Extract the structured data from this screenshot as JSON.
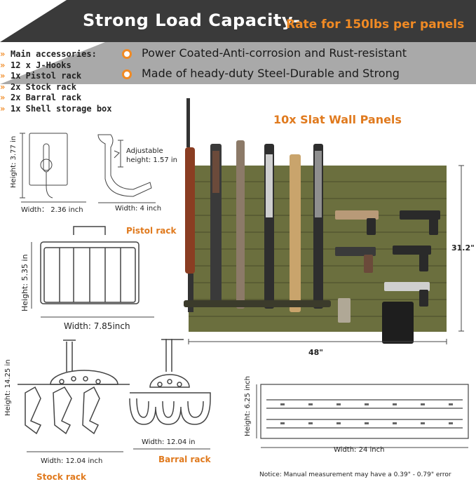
{
  "header": {
    "title": "Strong Load Capacity-",
    "subtitle": "Rate for 150lbs per panels",
    "features": [
      "Power Coated-Anti-corrosion and Rust-resistant",
      "Made of heady-duty Steel-Durable and Strong"
    ]
  },
  "accessories": {
    "heading": "Main accessories:",
    "items": [
      "12 x J-Hooks",
      "1x Pistol rack",
      "2x Stock rack",
      "2x Barral rack",
      "1x Shell storage box"
    ]
  },
  "jhook": {
    "height": "Height: 3.77 in",
    "width": "Width： 2.36 inch",
    "adjustable": "Adjustable",
    "adj_height": "height: 1.57 in",
    "width2": "Width: 4 inch"
  },
  "pistol_rack": {
    "label": "Pistol rack",
    "height": "Height: 5.35 in",
    "width": "Width: 7.85inch"
  },
  "panels": {
    "title": "10x Slat Wall Panels",
    "height": "31.2\"",
    "width": "48\""
  },
  "stock_rack": {
    "label": "Stock rack",
    "height": "Height: 14.25 in",
    "width": "Width: 12.04 inch"
  },
  "barral_rack": {
    "label": "Barral rack",
    "width": "Width: 12.04 in"
  },
  "shell_box": {
    "height": "Height: 6.25 inch",
    "width": "Width: 24 inch"
  },
  "notice": "Notice: Manual measurement may have a 0.39\" - 0.79\" error",
  "colors": {
    "panel": "#6b6f3e",
    "accent": "#f08a24",
    "header_dark": "#3a3a3a",
    "header_grey": "#a9a9a9"
  }
}
